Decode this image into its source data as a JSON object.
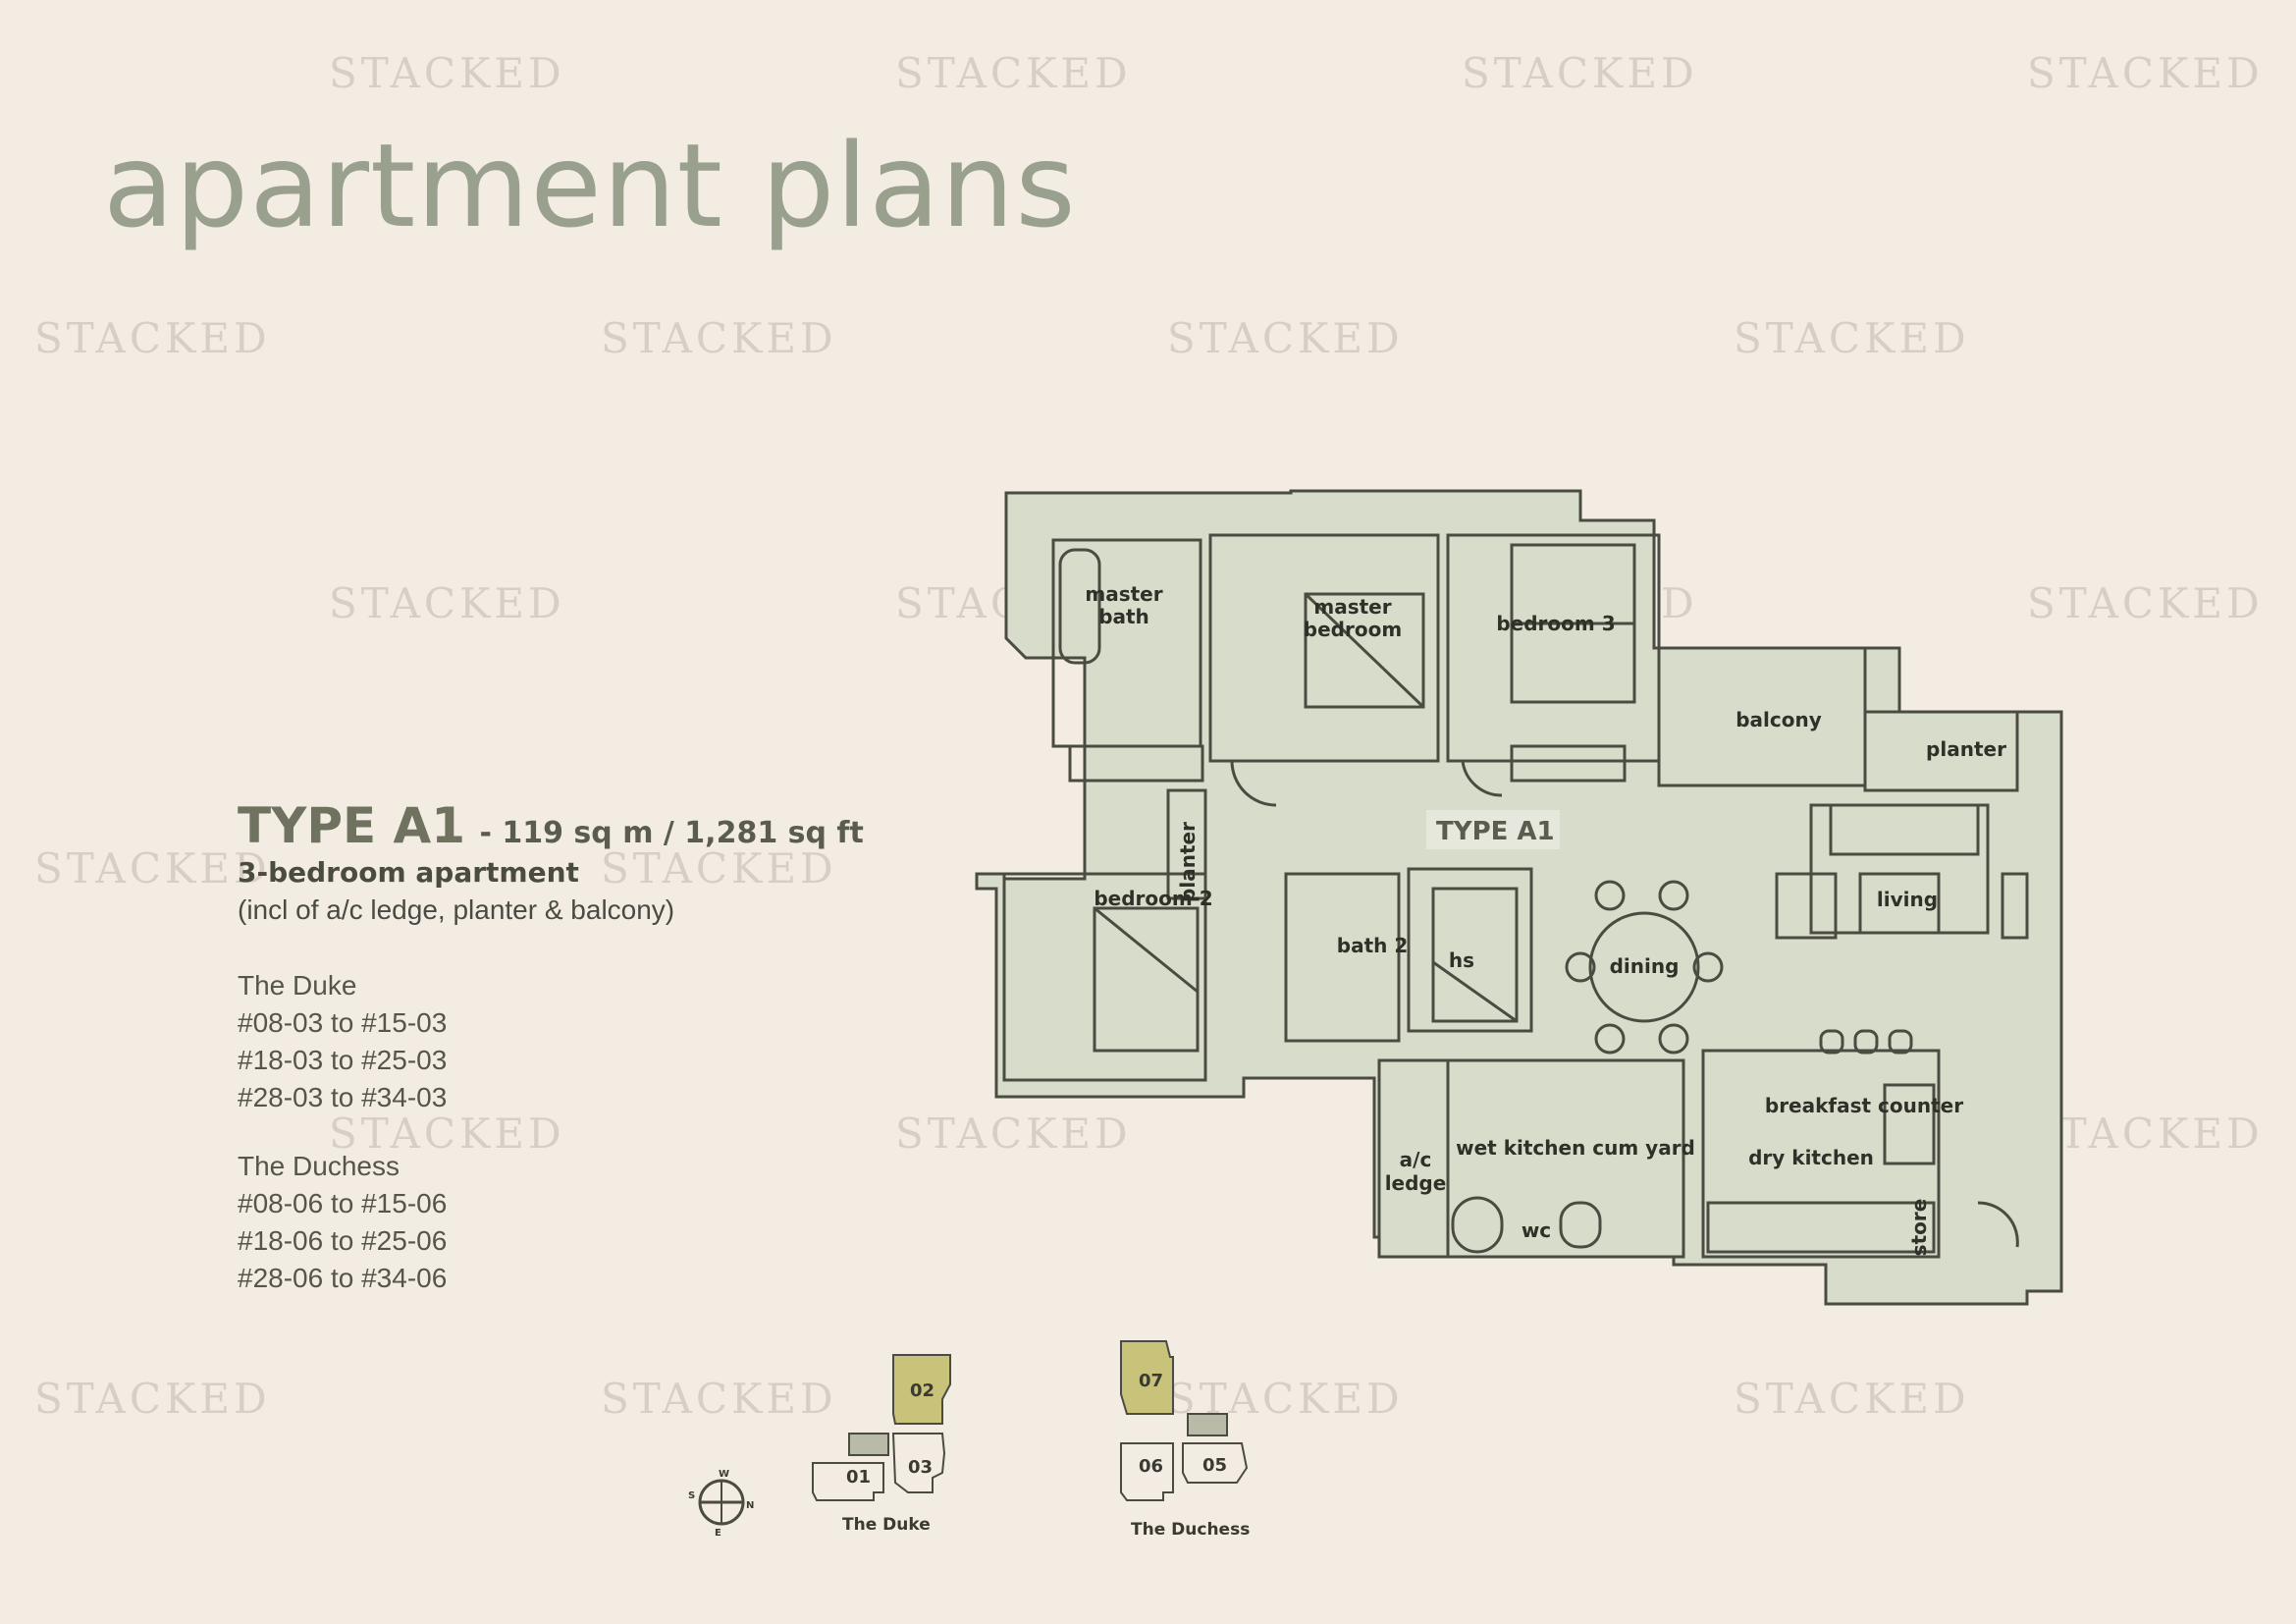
{
  "watermark": "STACKED",
  "title": "apartment plans",
  "unit_type": {
    "name": "TYPE A1",
    "area": "- 119 sq m / 1,281 sq ft",
    "bedrooms": "3-bedroom apartment",
    "inclusion": "(incl of a/c ledge, planter & balcony)"
  },
  "blocks": [
    {
      "name": "The Duke",
      "units": [
        "#08-03 to #15-03",
        "#18-03 to #25-03",
        "#28-03 to #34-03"
      ]
    },
    {
      "name": "The Duchess",
      "units": [
        "#08-06 to #15-06",
        "#18-06 to #25-06",
        "#28-06 to #34-06"
      ]
    }
  ],
  "plan": {
    "type_label": "TYPE A1",
    "rooms": {
      "master_bath_1": "master",
      "master_bath_2": "bath",
      "master_bedroom_1": "master",
      "master_bedroom_2": "bedroom",
      "bedroom3": "bedroom 3",
      "balcony": "balcony",
      "planter_right": "planter",
      "planter_left": "planter",
      "bedroom2": "bedroom 2",
      "bath2": "bath 2",
      "hs": "hs",
      "dining": "dining",
      "living": "living",
      "breakfast_counter": "breakfast counter",
      "ac_ledge_1": "a/c",
      "ac_ledge_2": "ledge",
      "wet_kitchen": "wet kitchen cum yard",
      "dry_kitchen": "dry kitchen",
      "wc": "wc",
      "store": "store"
    }
  },
  "key_plans": {
    "duke": {
      "label": "The Duke",
      "units": [
        "02",
        "01",
        "03"
      ],
      "highlight": "02"
    },
    "duchess": {
      "label": "The Duchess",
      "units": [
        "07",
        "06",
        "05"
      ],
      "highlight": "07"
    },
    "compass": {
      "n": "N",
      "s": "S",
      "e": "E",
      "w": "W"
    }
  },
  "colors": {
    "background": "#f3ece3",
    "plan_fill": "#d8dccb",
    "highlight": "#c9c27a",
    "title": "#9aa08e"
  }
}
